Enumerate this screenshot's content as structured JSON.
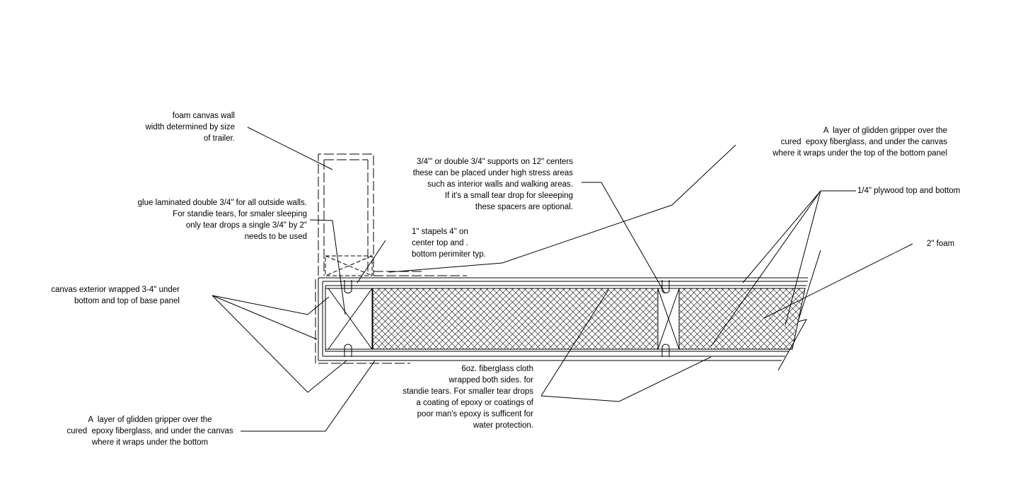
{
  "labels": {
    "foam_wall": "foam canvas wall\nwidth determined by size\nof trailer.",
    "glue_laminated": "glue laminated double 3/4\" for all outside walls.\nFor standie tears, for smaler sleeping\nonly tear drops a single 3/4\" by 2\"\nneeds to be used",
    "staples": "1\" stapels 4\" on\ncenter top and .\nbottom perimiter typ.",
    "supports": "3/4\"' or double 3/4\" supports on 12\" centers\nthese can be placed under high stress areas\nsuch as interior walls and walking areas.\nIf it's a small tear drop for sleeeping\nthese spacers are optional.",
    "gripper_top": "A  layer of glidden gripper over the\ncured  epoxy fiberglass, and under the canvas\nwhere it wraps under the top of the bottom panel",
    "plywood": "1/4\" plywood top and bottom",
    "foam": "2\" foam",
    "canvas_exterior": "canvas exterior wrapped 3-4\" under\nbottom and top of base panel",
    "gripper_bottom": "A  layer of glidden gripper over the\ncured  epoxy fiberglass, and under the canvas\nwhere it wraps under the bottom",
    "fiberglass": "6oz. fiberglass cloth\nwrapped both sides. for\nstandie tears. For smaller tear drops\na coating of epoxy or coatings of\npoor man's epoxy is sufficent for\nwater protection."
  },
  "colors": {
    "line": "#000000",
    "background": "#ffffff"
  }
}
